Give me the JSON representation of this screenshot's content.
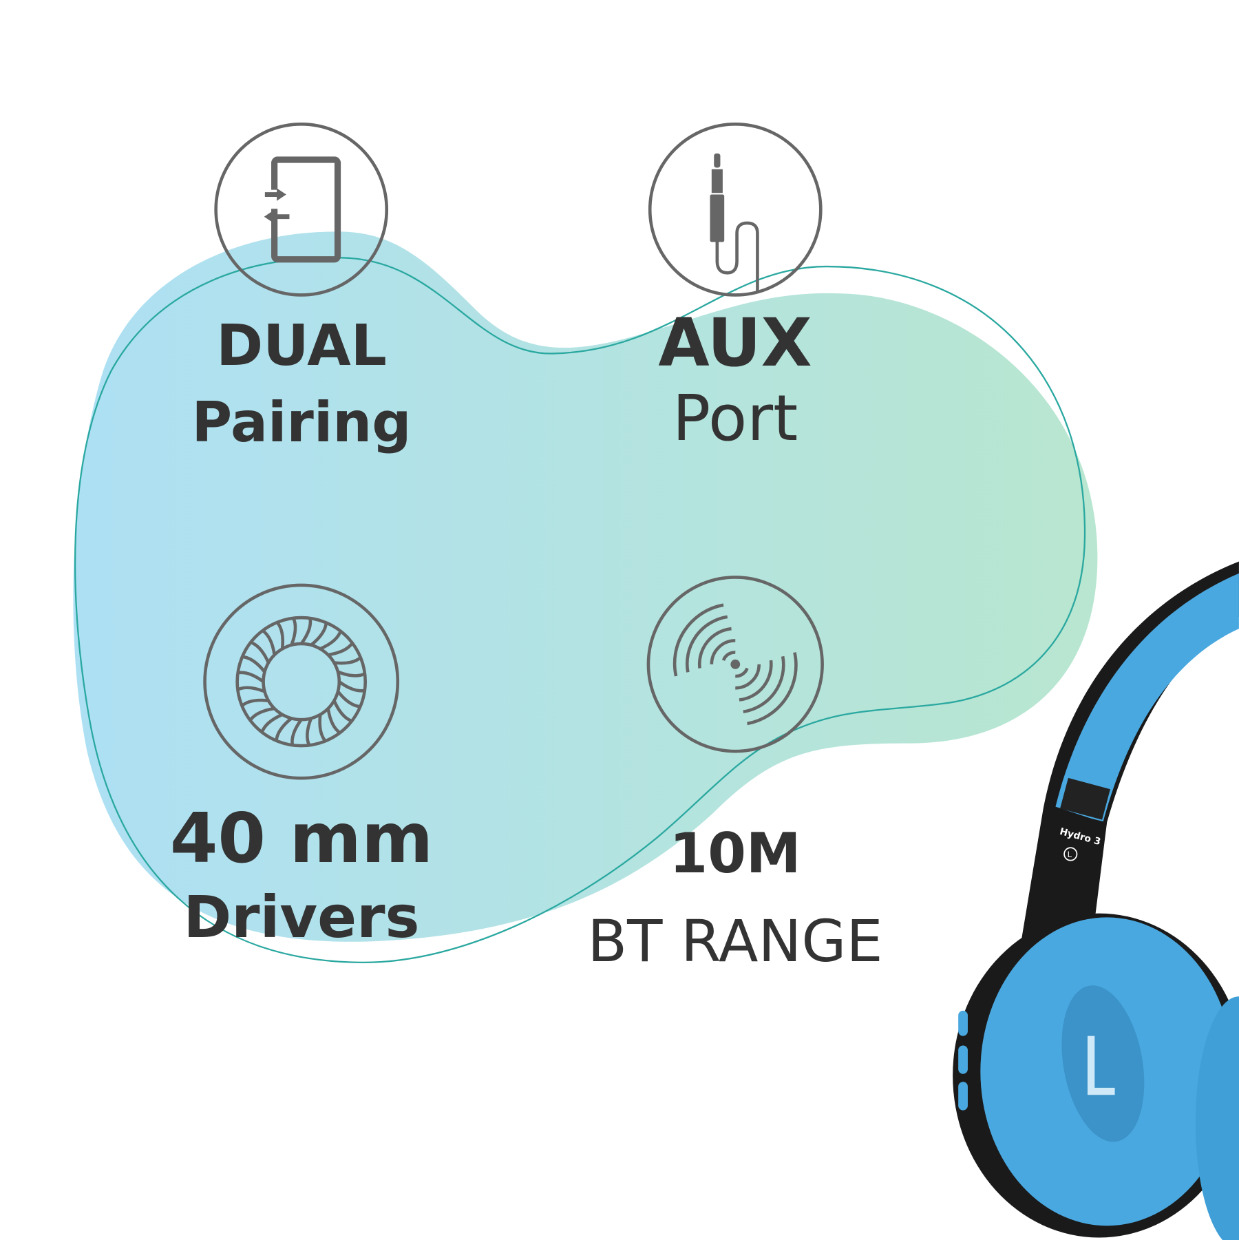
{
  "features": [
    {
      "title": "DUAL",
      "subtitle": "Pairing",
      "icon": "phone-pairing-icon"
    },
    {
      "title": "AUX",
      "subtitle": "Port",
      "icon": "aux-jack-icon"
    },
    {
      "title": "40 mm",
      "subtitle": "Drivers",
      "icon": "speaker-driver-icon"
    },
    {
      "title": "10M",
      "subtitle": "BT RANGE",
      "icon": "wireless-range-icon"
    }
  ],
  "product": {
    "model": "Hydro 3",
    "side_mark": "L"
  },
  "colors": {
    "blob_left": "#aee0f4",
    "blob_right": "#b8e6d0",
    "outline": "#2aa8a0",
    "icon_gray": "#666666",
    "headphone_blue": "#4aa8e0",
    "headphone_black": "#1a1a1a"
  }
}
